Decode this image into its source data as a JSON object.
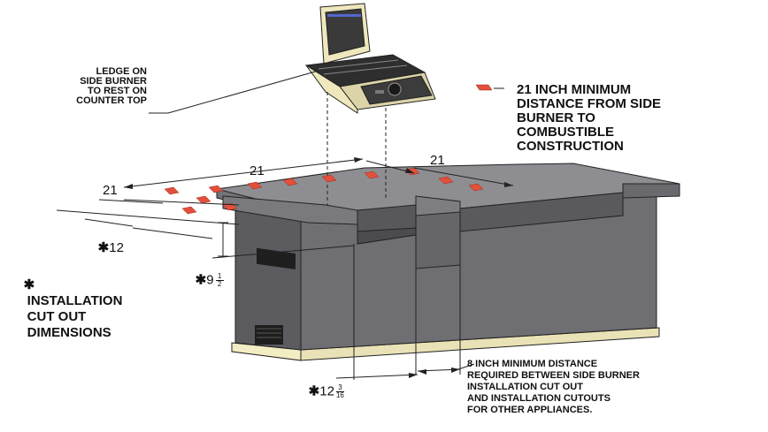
{
  "labels": {
    "ledge": "LEDGE ON\nSIDE BURNER\nTO REST ON\nCOUNTER TOP",
    "minimum_21": "21 INCH MINIMUM\nDISTANCE FROM SIDE\nBURNER TO\nCOMBUSTIBLE\nCONSTRUCTION",
    "installation": "INSTALLATION\nCUT OUT\nDIMENSIONS",
    "minimum_8": "8 INCH MINIMUM DISTANCE\nREQUIRED BETWEEN SIDE BURNER\nINSTALLATION CUT OUT\nAND INSTALLATION CUTOUTS\nFOR OTHER APPLIANCES."
  },
  "dimensions": {
    "d21_top": "21",
    "d21_right": "21",
    "d21_left": "21",
    "d12": "12",
    "d9_whole": "9",
    "d9_num": "1",
    "d9_den": "2",
    "d12b_whole": "12",
    "d12b_num": "3",
    "d12b_den": "16",
    "star": "✱"
  },
  "colors": {
    "counter_front": "#6e6e72",
    "counter_side": "#58585c",
    "counter_top": "#8c8c90",
    "marker": "#e2503c",
    "base_trim": "#f3edc4",
    "grill_body": "#efe8bd",
    "grill_panel": "#3a3a3a"
  }
}
